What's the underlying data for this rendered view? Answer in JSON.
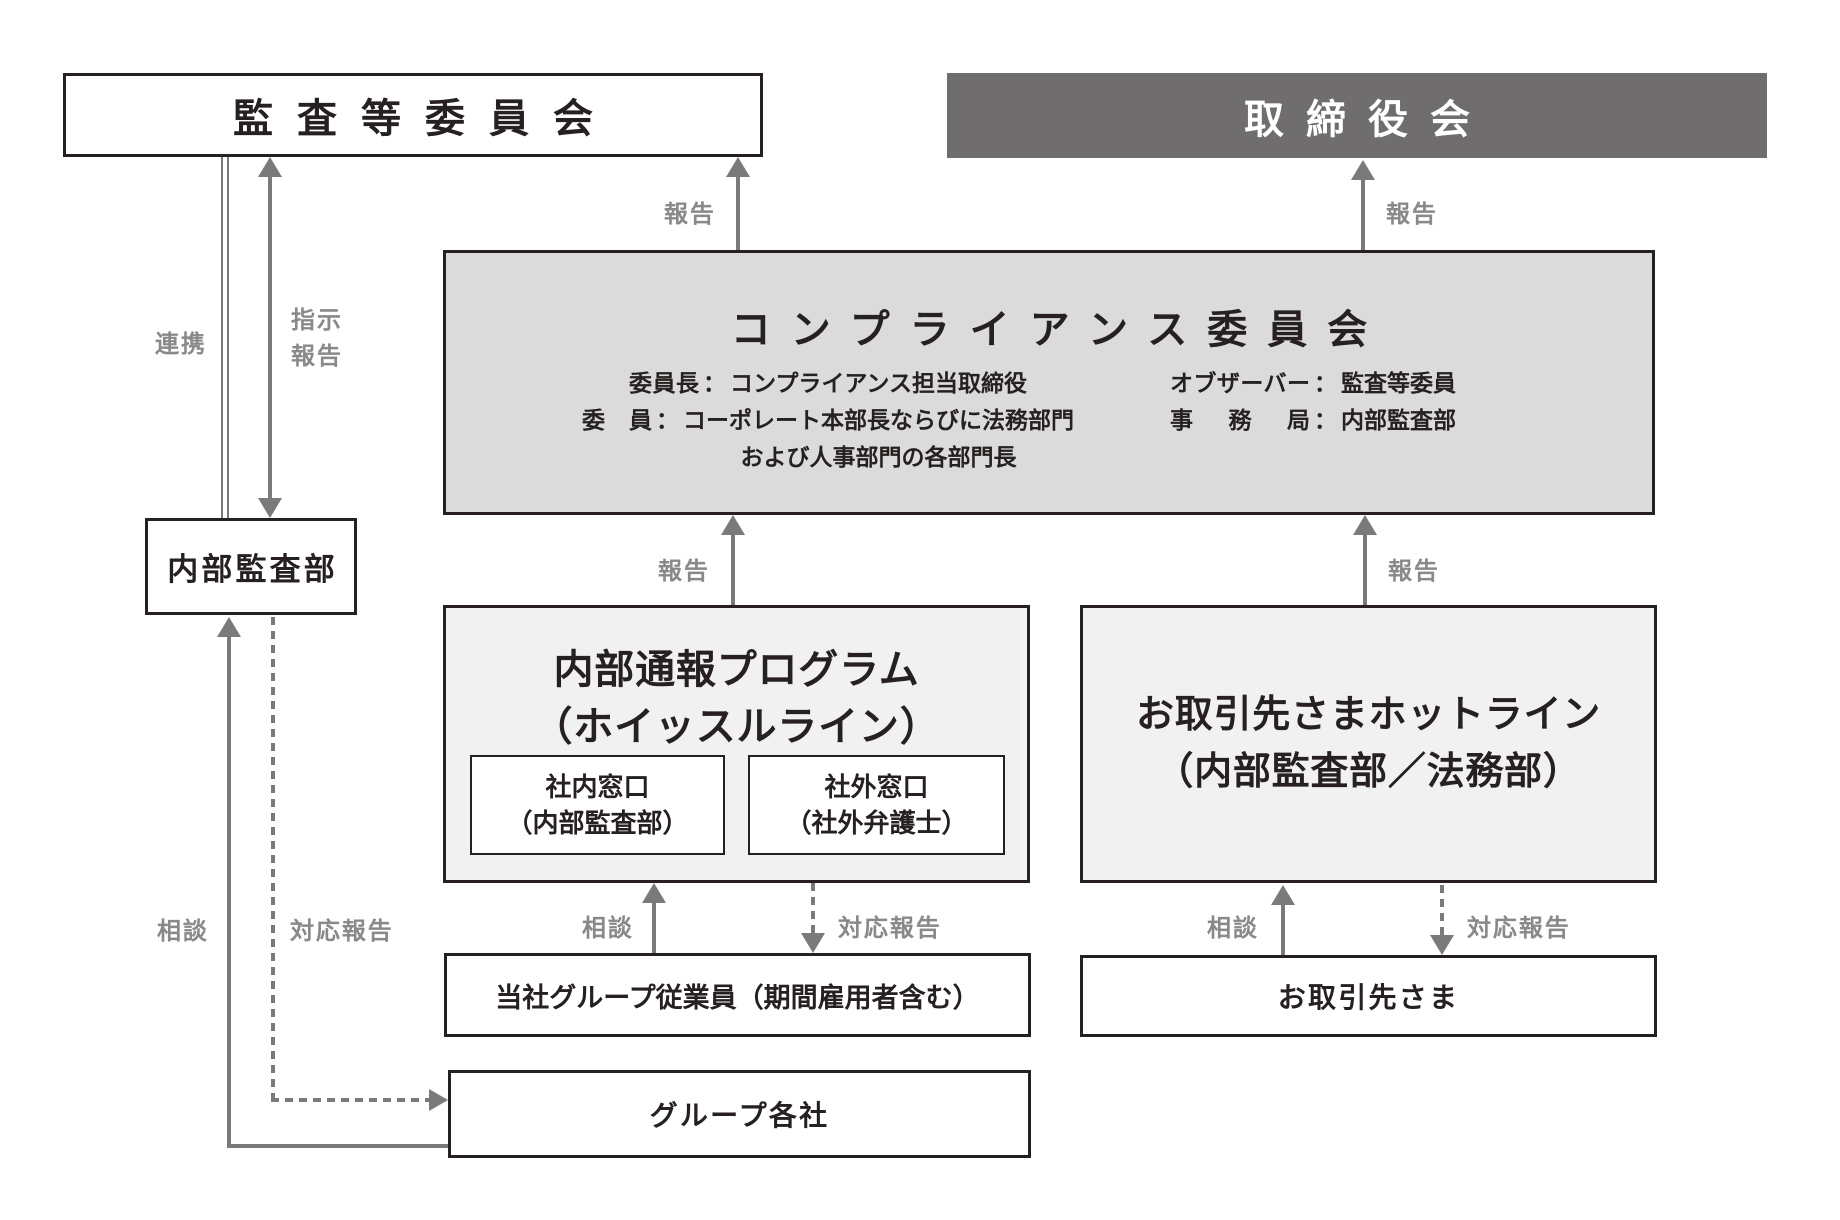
{
  "nodes": {
    "audit_committee": "監査等委員会",
    "board": "取締役会",
    "compliance": {
      "title": "コンプライアンス委員会",
      "colon": "：",
      "left_details": [
        {
          "label": "委員長",
          "value": "コンプライアンス担当取締役"
        },
        {
          "label": "委員",
          "value": "コーポレート本部長ならびに法務部門"
        },
        {
          "label": "",
          "value": "および人事部門の各部門長"
        }
      ],
      "right_details": [
        {
          "label": "オブザーバー",
          "value": "監査等委員"
        },
        {
          "label": "事務局",
          "value": "内部監査部"
        }
      ]
    },
    "internal_audit": "内部監査部",
    "whistle": {
      "title_line1": "内部通報プログラム",
      "title_line2": "（ホイッスルライン）",
      "internal_desk_line1": "社内窓口",
      "internal_desk_line2": "（内部監査部）",
      "external_desk_line1": "社外窓口",
      "external_desk_line2": "（社外弁護士）"
    },
    "hotline": {
      "title_line1": "お取引先さまホットライン",
      "title_line2": "（内部監査部／法務部）"
    },
    "employees": "当社グループ従業員（期間雇用者含む）",
    "partners": "お取引先さま",
    "group_companies": "グループ各社"
  },
  "edge_labels": {
    "report_audit": "報告",
    "report_board": "報告",
    "report_whistle": "報告",
    "report_hotline": "報告",
    "renkei": "連携",
    "shiji": "指示",
    "houkoku": "報告",
    "consult_group": "相談",
    "response_group": "対応報告",
    "consult_employees": "相談",
    "response_employees": "対応報告",
    "consult_partners": "相談",
    "response_partners": "対応報告"
  },
  "colors": {
    "board_fill": "#6f6d6d",
    "compliance_fill": "#dbdbdb",
    "panel_fill": "#f2f1f1",
    "line_gray": "#7c7979",
    "label_gray": "#8b8888",
    "ink": "#262020",
    "background": "#ffffff"
  }
}
